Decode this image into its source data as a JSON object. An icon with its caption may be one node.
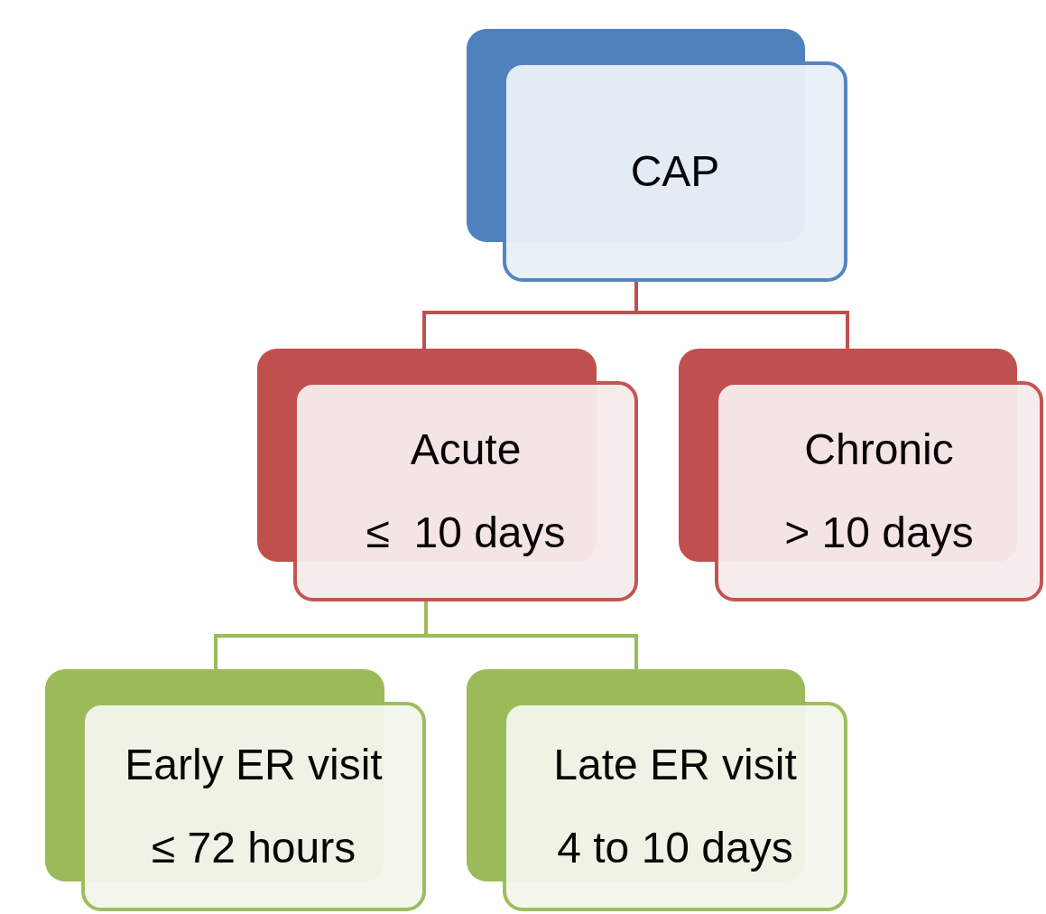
{
  "diagram": {
    "nodes": [
      {
        "text": [
          "CAP"
        ]
      },
      {
        "text": [
          "Acute",
          "≤  10 days"
        ]
      },
      {
        "text": [
          "Chronic",
          "> 10 days"
        ]
      },
      {
        "text": [
          "Early ER visit",
          "≤ 72 hours"
        ]
      },
      {
        "text": [
          "Late ER visit",
          "4 to 10 days"
        ]
      }
    ],
    "edges": [
      {
        "from": 0,
        "to": 1,
        "arrow": "none",
        "color": "#c0504d"
      },
      {
        "from": 0,
        "to": 2,
        "arrow": "none",
        "color": "#c0504d"
      },
      {
        "from": 1,
        "to": 3,
        "arrow": "none",
        "color": "#9bbb59"
      },
      {
        "from": 1,
        "to": 4,
        "arrow": "none",
        "color": "#9bbb59"
      }
    ]
  }
}
